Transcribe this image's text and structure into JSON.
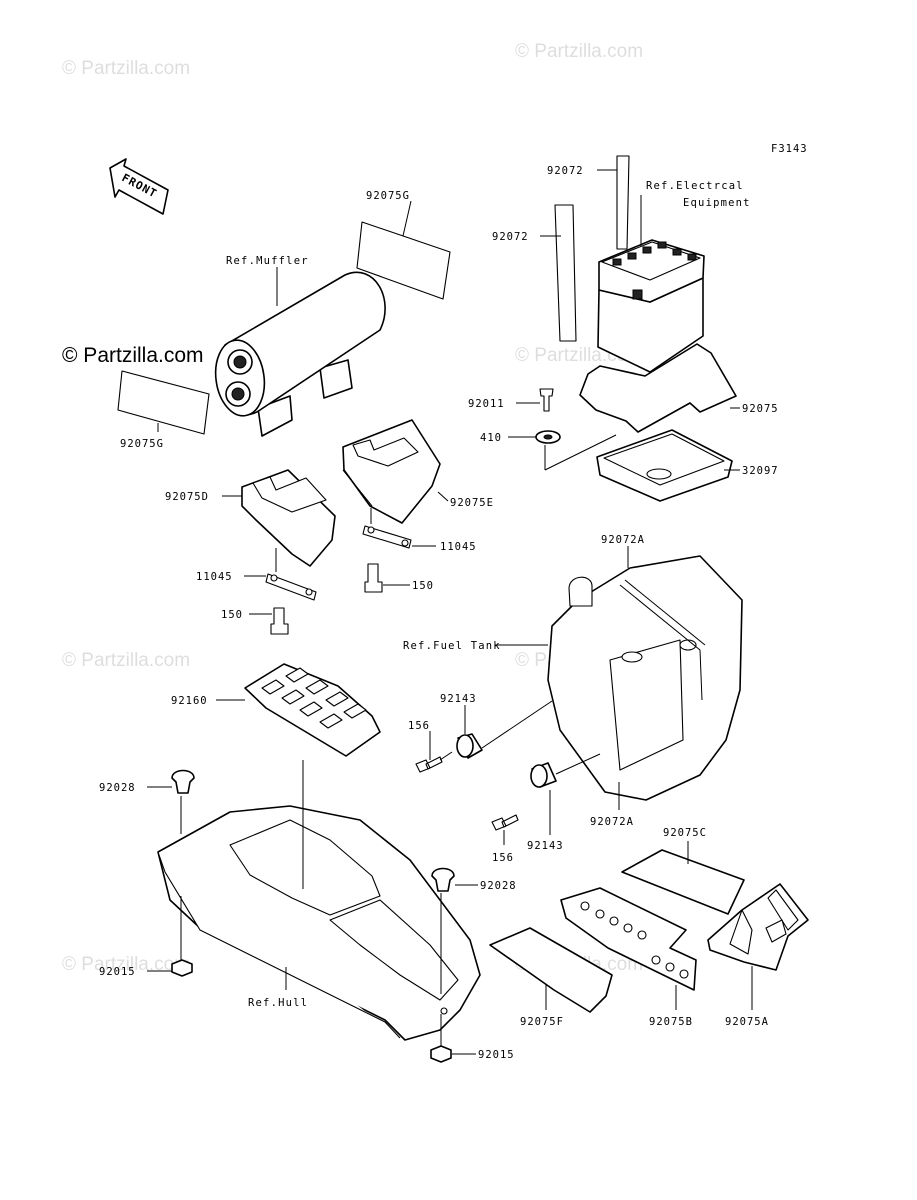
{
  "watermark": "© Partzilla.com",
  "figure_code": "F3143",
  "front_arrow": "FRONT",
  "refs": {
    "muffler": "Ref.Muffler",
    "electrical_line1": "Ref.Electrcal",
    "electrical_line2": "Equipment",
    "fuel_tank": "Ref.Fuel Tank",
    "hull": "Ref.Hull"
  },
  "parts": {
    "p92075G_top": "92075G",
    "p92075G_left": "92075G",
    "p92072_top": "92072",
    "p92072_left": "92072",
    "p92075": "92075",
    "p92011": "92011",
    "p410": "410",
    "p32097": "32097",
    "p92075D": "92075D",
    "p92075E": "92075E",
    "p11045_right": "11045",
    "p11045_left": "11045",
    "p150_right": "150",
    "p150_left": "150",
    "p92072A_top": "92072A",
    "p92072A_bottom": "92072A",
    "p92160": "92160",
    "p92143_top": "92143",
    "p92143_bottom": "92143",
    "p156_top": "156",
    "p156_bottom": "156",
    "p92028_left": "92028",
    "p92028_right": "92028",
    "p92015_left": "92015",
    "p92015_bottom": "92015",
    "p92075C": "92075C",
    "p92075A": "92075A",
    "p92075B": "92075B",
    "p92075F": "92075F"
  }
}
